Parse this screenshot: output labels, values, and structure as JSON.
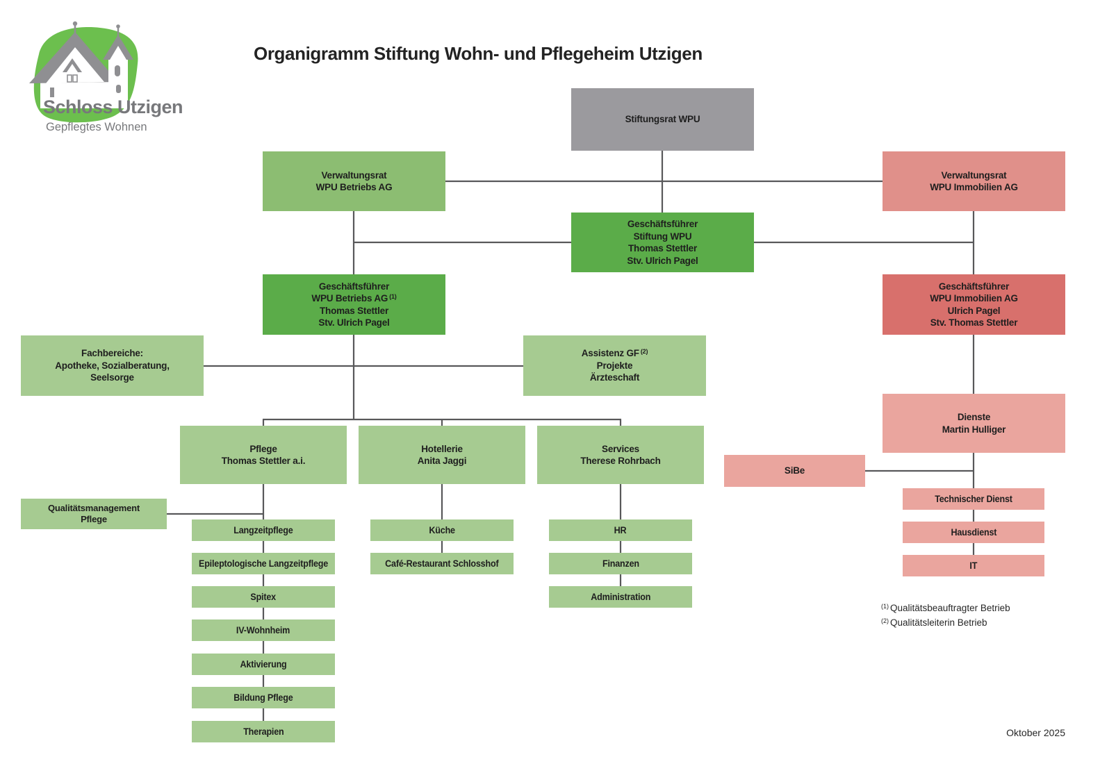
{
  "title": "Organigramm Stiftung Wohn- und Pflegeheim Utzigen",
  "logo": {
    "name": "Schloss Utzigen",
    "tagline": "Gepflegtes Wohnen"
  },
  "org": {
    "stiftungsrat": {
      "l1": "Stiftungsrat WPU"
    },
    "vr_betriebs": {
      "l1": "Verwaltungsrat",
      "l2": "WPU Betriebs AG"
    },
    "vr_immobilien": {
      "l1": "Verwaltungsrat",
      "l2": "WPU Immobilien AG"
    },
    "gf_stiftung": {
      "l1": "Geschäftsführer",
      "l2": "Stiftung WPU",
      "l3": "Thomas Stettler",
      "l4": "Stv. Ulrich Pagel"
    },
    "gf_betriebs": {
      "l1": "Geschäftsführer",
      "l2": "WPU Betriebs AG",
      "sup": "(1)",
      "l3": "Thomas Stettler",
      "l4": "Stv. Ulrich Pagel"
    },
    "gf_immobilien": {
      "l1": "Geschäftsführer",
      "l2": "WPU Immobilien AG",
      "l3": "Ulrich Pagel",
      "l4": "Stv. Thomas Stettler"
    },
    "fachbereiche": {
      "l1": "Fachbereiche:",
      "l2": "Apotheke, Sozialberatung,",
      "l3": "Seelsorge"
    },
    "assistenz": {
      "l1": "Assistenz GF",
      "sup": "(2)",
      "l2": "Projekte",
      "l3": "Ärzteschaft"
    },
    "pflege": {
      "l1": "Pflege",
      "l2": "Thomas Stettler a.i."
    },
    "hotellerie": {
      "l1": "Hotellerie",
      "l2": "Anita Jaggi"
    },
    "services": {
      "l1": "Services",
      "l2": "Therese Rohrbach"
    },
    "dienste": {
      "l1": "Dienste",
      "l2": "Martin Hulliger"
    },
    "sibe": {
      "l1": "SiBe"
    },
    "qm_pflege": {
      "l1": "Qualitätsmanagement",
      "l2": "Pflege"
    },
    "pflege_subs": [
      "Langzeitpflege",
      "Epileptologische Langzeitpflege",
      "Spitex",
      "IV-Wohnheim",
      "Aktivierung",
      "Bildung Pflege",
      "Therapien"
    ],
    "hotellerie_subs": [
      "Küche",
      "Café-Restaurant Schlosshof"
    ],
    "services_subs": [
      "HR",
      "Finanzen",
      "Administration"
    ],
    "dienste_subs": [
      "Technischer Dienst",
      "Hausdienst",
      "IT"
    ]
  },
  "footnotes": [
    {
      "sup": "(1)",
      "text": "Qualitätsbeauftragter Betrieb"
    },
    {
      "sup": "(2)",
      "text": "Qualitätsleiterin Betrieb"
    }
  ],
  "date": "Oktober 2025",
  "colors": {
    "board_gray": "#9b9a9e",
    "green_mid": "#8cbd72",
    "green_dark": "#5bac49",
    "green_light": "#a6cb91",
    "red_mid": "#e0908a",
    "red_dark": "#d8706c",
    "red_light": "#eaa59e",
    "connector_line": "#58585a",
    "logo_green": "#6cbf4e",
    "logo_gray": "#8f8f92"
  }
}
